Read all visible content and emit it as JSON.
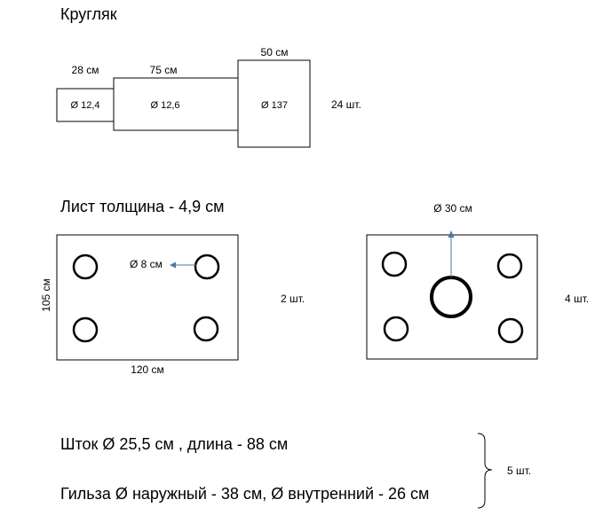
{
  "round_section": {
    "title": "Кругляк",
    "seg1": {
      "length": "28 см",
      "diameter": "Ø 12,4"
    },
    "seg2": {
      "length": "75 см",
      "diameter": "Ø 12,6"
    },
    "seg3": {
      "length": "50 см",
      "diameter": "Ø 137"
    },
    "qty": "24 шт."
  },
  "sheet_section": {
    "title": "Лист  толщина -  4,9 см",
    "plate1": {
      "hole_label": "Ø 8 см",
      "height": "105 см",
      "width": "120 см",
      "qty": "2 шт."
    },
    "plate2": {
      "center_hole_label": "Ø 30 см",
      "qty": "4 шт."
    }
  },
  "rod_section": {
    "rod": "Шток  Ø 25,5 см , длина - 88 см",
    "sleeve": "Гильза  Ø наружный - 38 см,  Ø внутренний - 26 см",
    "qty": "5 шт."
  }
}
